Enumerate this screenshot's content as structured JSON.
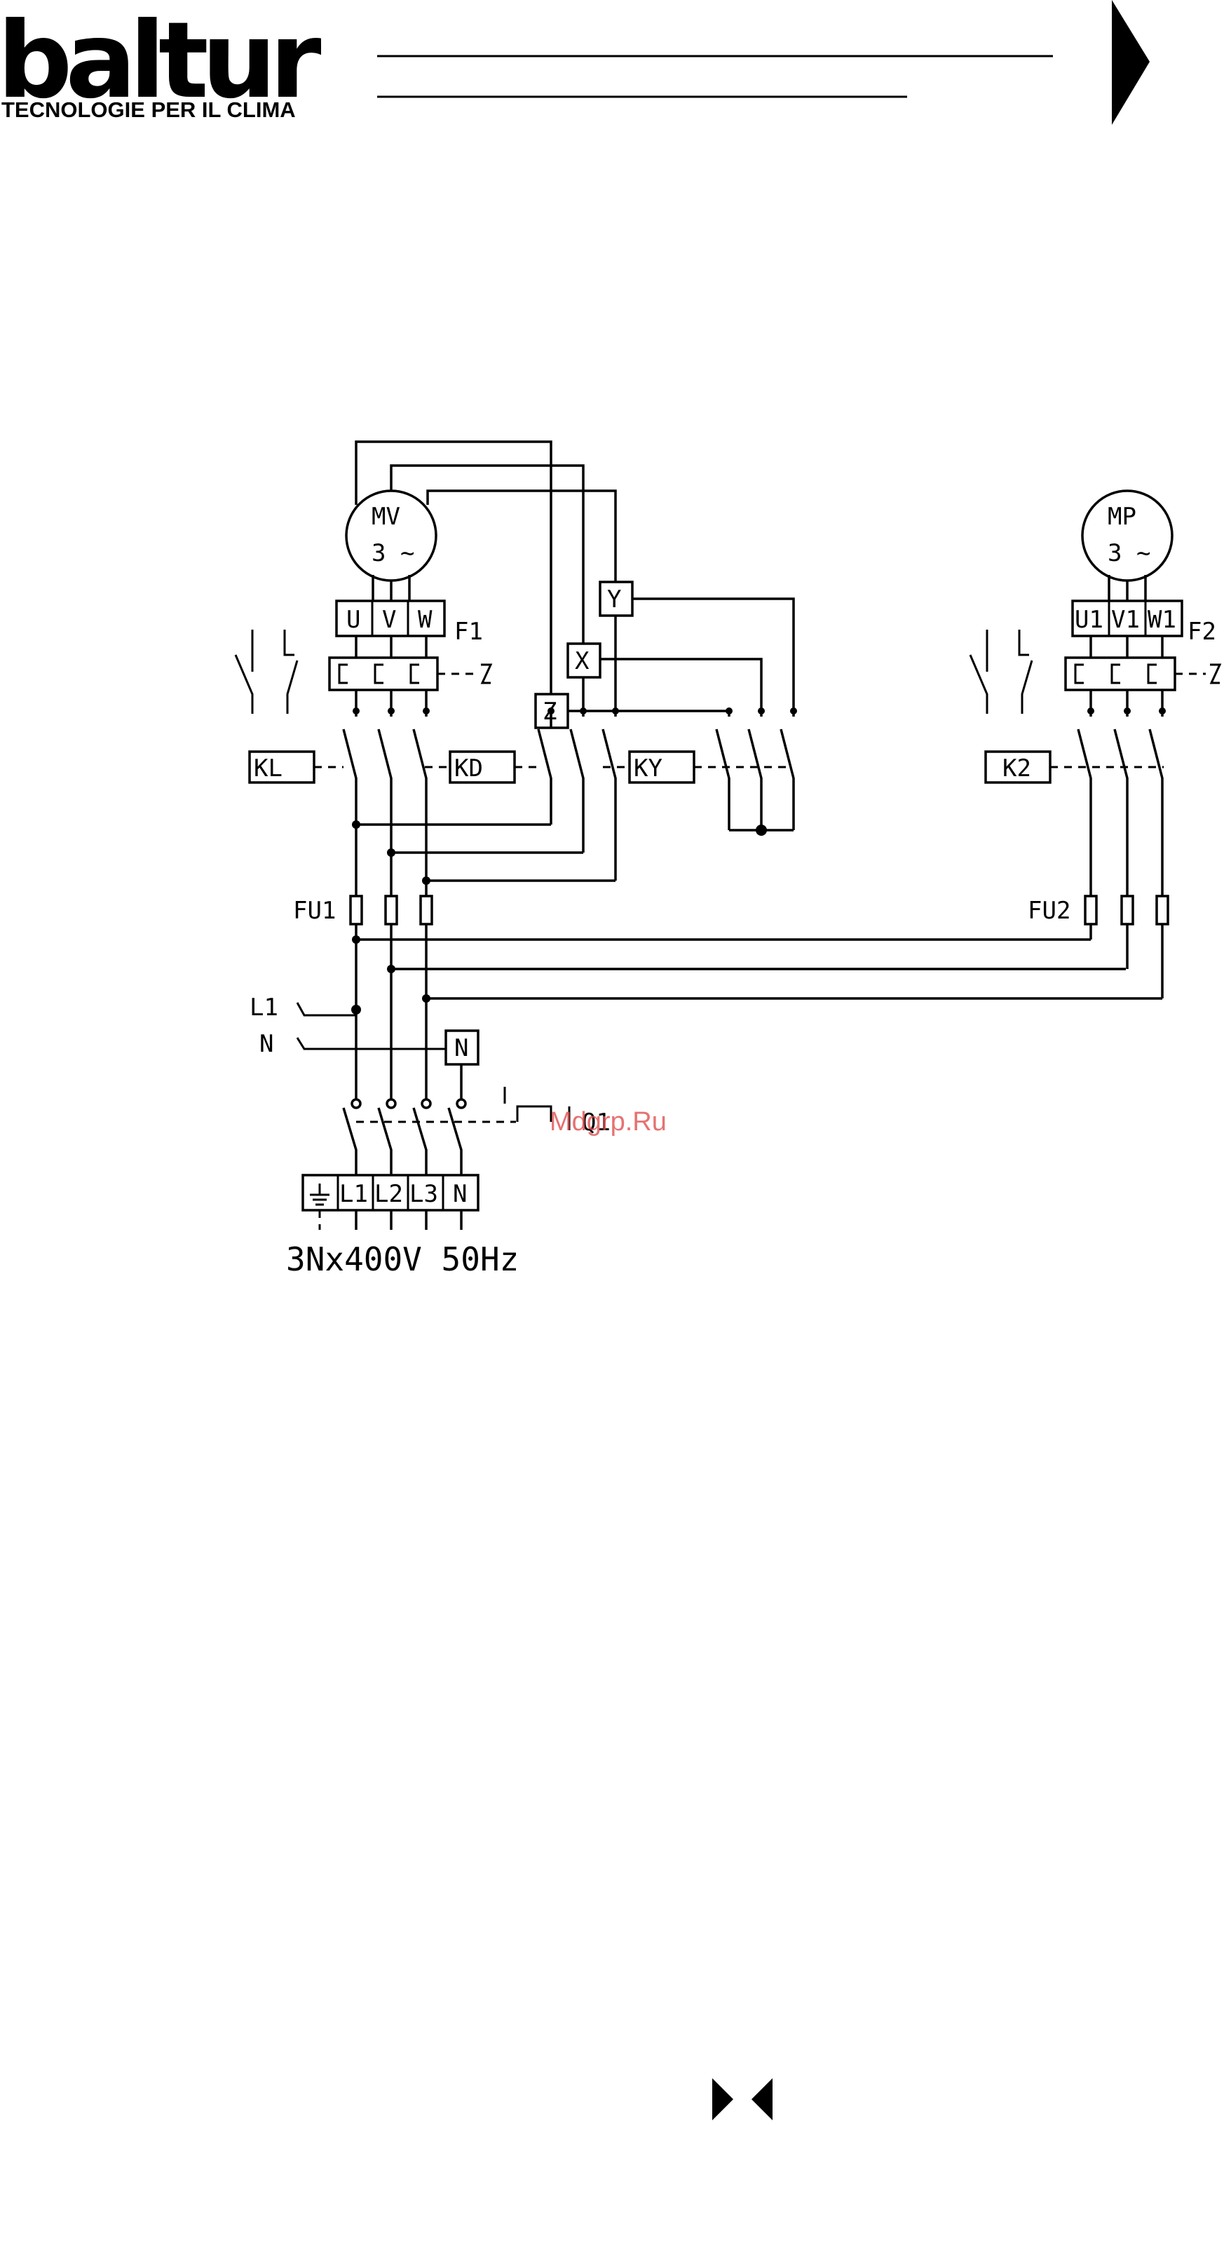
{
  "header": {
    "logo_word": "baltur",
    "logo_tagline": "TECNOLOGIE PER IL CLIMA"
  },
  "watermark": "Mdgrp.Ru",
  "diagram": {
    "motors": [
      {
        "id": "MV",
        "name": "MV",
        "phase": "3 ~",
        "terminals": [
          "U",
          "V",
          "W"
        ]
      },
      {
        "id": "MP",
        "name": "MP",
        "phase": "3 ~",
        "terminals": [
          "U1",
          "V1",
          "W1"
        ]
      }
    ],
    "overloads": [
      "F1",
      "F2"
    ],
    "contactors": [
      "KL",
      "KD",
      "KY",
      "K2"
    ],
    "star_delta_terminals": [
      "Y",
      "X",
      "Z"
    ],
    "fuses": [
      "FU1",
      "FU2"
    ],
    "aux_lines": [
      "L1",
      "N"
    ],
    "aux_neutral_box": "N",
    "main_switch": "Q1",
    "supply_terminals": [
      "L1",
      "L2",
      "L3",
      "N"
    ],
    "supply_rating": "3Nx400V 50Hz"
  }
}
